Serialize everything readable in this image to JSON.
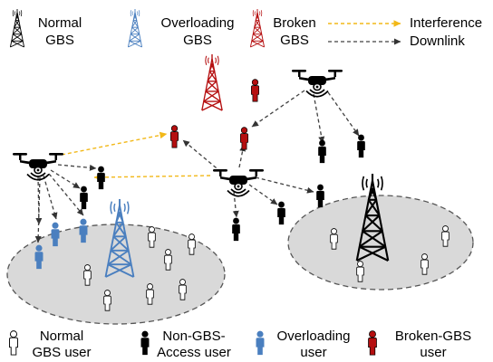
{
  "legend_top": {
    "normal_gbs": [
      "Normal",
      "GBS"
    ],
    "overloading_gbs": [
      "Overloading",
      "GBS"
    ],
    "broken_gbs": [
      "Broken",
      "GBS"
    ],
    "interference": "Interference",
    "downlink": "Downlink"
  },
  "legend_bottom": {
    "normal_user": [
      "Normal",
      "GBS user"
    ],
    "non_gbs_user": [
      "Non-GBS-",
      "Access user"
    ],
    "overloading_user": [
      "Overloading",
      "user"
    ],
    "broken_user": [
      "Broken-GBS",
      "user"
    ]
  },
  "colors": {
    "normal": "#000000",
    "overloading": "#4a7fbf",
    "broken": "#b50f10",
    "interference": "#f2b818",
    "downlink": "#404040",
    "cell_fill": "#d9d9d9",
    "cell_stroke": "#555555"
  }
}
